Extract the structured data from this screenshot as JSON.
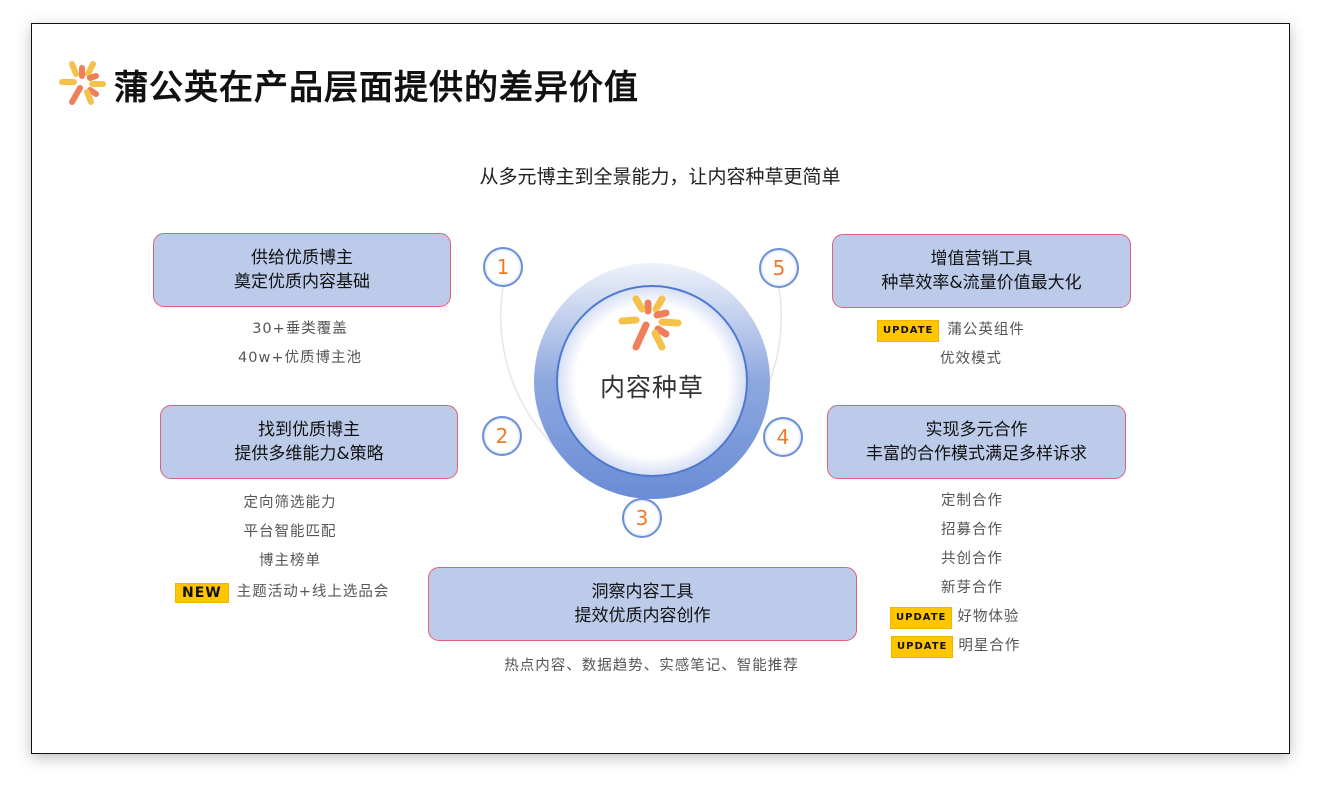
{
  "header": {
    "title": "蒲公英在产品层面提供的差异价值",
    "subtitle": "从多元博主到全景能力，让内容种草更简单"
  },
  "center": {
    "label": "内容种草"
  },
  "steps": [
    {
      "num": "1",
      "line1": "供给优质博主",
      "line2": "奠定优质内容基础",
      "items": [
        "30+垂类覆盖",
        "40w+优质博主池"
      ]
    },
    {
      "num": "2",
      "line1": "找到优质博主",
      "line2": "提供多维能力&策略",
      "items": [
        "定向筛选能力",
        "平台智能匹配",
        "博主榜单"
      ],
      "new_badge": "NEW",
      "new_item": "主题活动+线上选品会"
    },
    {
      "num": "3",
      "line1": "洞察内容工具",
      "line2": "提效优质内容创作",
      "items": [
        "热点内容、数据趋势、实感笔记、智能推荐"
      ]
    },
    {
      "num": "4",
      "line1": "实现多元合作",
      "line2": "丰富的合作模式满足多样诉求",
      "items": [
        "定制合作",
        "招募合作",
        "共创合作",
        "新芽合作"
      ],
      "update_badge": "UPDATE",
      "update_items": [
        "好物体验",
        "明星合作"
      ]
    },
    {
      "num": "5",
      "line1": "增值营销工具",
      "line2": "种草效率&流量价值最大化",
      "update_badge": "UPDATE",
      "update_items": [
        "蒲公英组件"
      ],
      "items": [
        "优效模式"
      ]
    }
  ],
  "colors": {
    "box_fill": "#bccbea",
    "box_border": "#e0607a",
    "badge": "#ffc600",
    "number": "#ef7a2a",
    "ring": "#6c8fd6"
  }
}
